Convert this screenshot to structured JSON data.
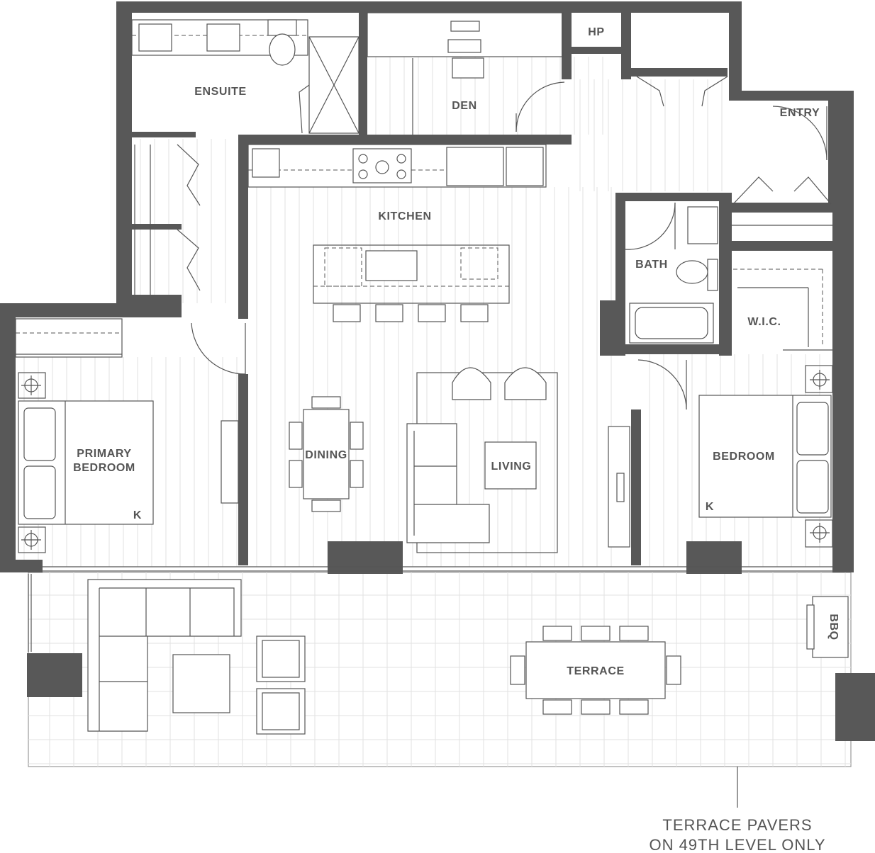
{
  "rooms": {
    "ensuite": "ENSUITE",
    "den": "DEN",
    "hp": "HP",
    "entry": "ENTRY",
    "kitchen": "KITCHEN",
    "bath": "BATH",
    "wic": "W.I.C.",
    "primary_bedroom_line1": "PRIMARY",
    "primary_bedroom_line2": "BEDROOM",
    "dining": "DINING",
    "living": "LIVING",
    "bedroom": "BEDROOM",
    "terrace": "TERRACE",
    "bbq": "BBQ"
  },
  "bed_markers": {
    "primary": "K",
    "bedroom": "K"
  },
  "note": {
    "line1": "TERRACE PAVERS",
    "line2": "ON 49TH LEVEL ONLY"
  },
  "colors": {
    "wall": "#585858",
    "line": "#555555"
  }
}
